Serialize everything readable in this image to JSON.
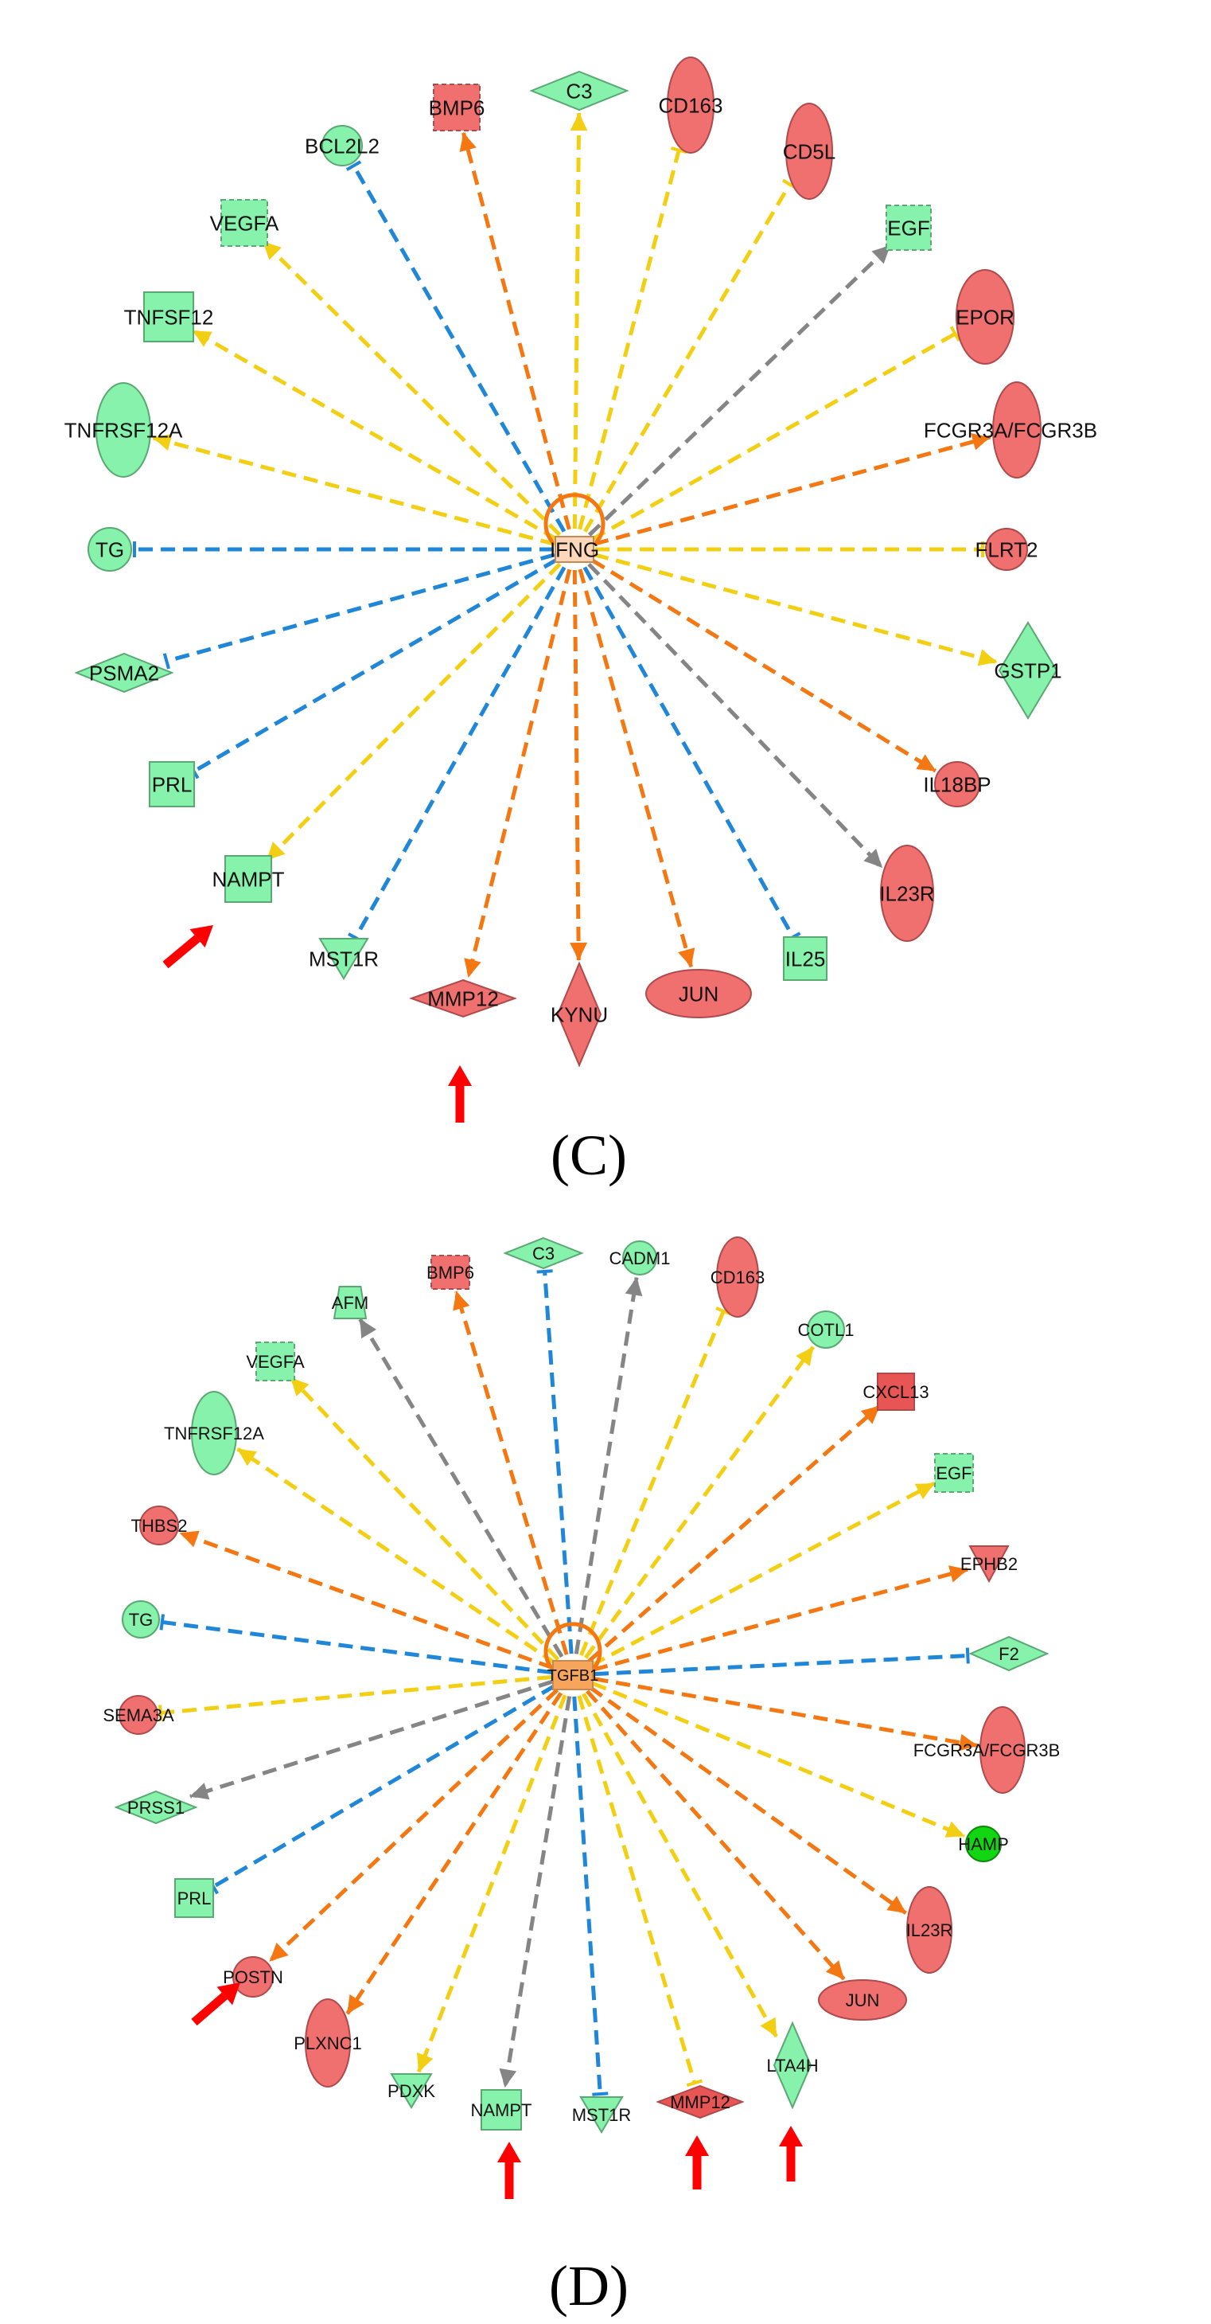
{
  "colors": {
    "green_node": "#86f2ac",
    "green_stroke": "#5aa872",
    "bright_green": "#11d611",
    "red_node": "#f07070",
    "red_strong": "#e85555",
    "red_stroke": "#b04a4a",
    "hub_c": "#ffd8bc",
    "hub_d": "#f8a55c",
    "edge_blue": "#1f86d8",
    "edge_yellow": "#f3cf14",
    "edge_orange": "#f47712",
    "edge_gray": "#858585",
    "highlight_arrow": "#ff0000"
  },
  "panels": [
    {
      "id": "C",
      "label": "(C)",
      "hub": "IFNG",
      "nodes": [
        {
          "label": "BMP6",
          "shape": "square",
          "fill": "red",
          "edge": "orange",
          "end": "arrow",
          "dashed_border": true
        },
        {
          "label": "C3",
          "shape": "diamond",
          "fill": "green",
          "edge": "yellow",
          "end": "arrow"
        },
        {
          "label": "CD163",
          "shape": "ellipse",
          "fill": "red",
          "edge": "yellow",
          "end": "bar"
        },
        {
          "label": "CD5L",
          "shape": "ellipse",
          "fill": "red",
          "edge": "yellow",
          "end": "bar"
        },
        {
          "label": "EGF",
          "shape": "square",
          "fill": "green",
          "edge": "gray",
          "end": "arrow",
          "dashed_border": true
        },
        {
          "label": "EPOR",
          "shape": "ellipse",
          "fill": "red",
          "edge": "yellow",
          "end": "bar"
        },
        {
          "label": "FCGR3A/FCGR3B",
          "shape": "ellipse",
          "fill": "red",
          "edge": "orange",
          "end": "arrow"
        },
        {
          "label": "FLRT2",
          "shape": "circle",
          "fill": "red",
          "edge": "yellow",
          "end": "bar"
        },
        {
          "label": "GSTP1",
          "shape": "diamond",
          "fill": "green",
          "edge": "yellow",
          "end": "arrow"
        },
        {
          "label": "IL18BP",
          "shape": "circle",
          "fill": "red",
          "edge": "orange",
          "end": "arrow"
        },
        {
          "label": "IL23R",
          "shape": "ellipse",
          "fill": "red",
          "edge": "gray",
          "end": "arrow"
        },
        {
          "label": "IL25",
          "shape": "square",
          "fill": "green",
          "edge": "blue",
          "end": "bar"
        },
        {
          "label": "JUN",
          "shape": "ellipse",
          "fill": "red",
          "edge": "orange",
          "end": "arrow"
        },
        {
          "label": "KYNU",
          "shape": "diamond",
          "fill": "red",
          "edge": "orange",
          "end": "arrow"
        },
        {
          "label": "MMP12",
          "shape": "diamond",
          "fill": "red",
          "edge": "orange",
          "end": "arrow"
        },
        {
          "label": "MST1R",
          "shape": "triangle",
          "fill": "green",
          "edge": "blue",
          "end": "bar"
        },
        {
          "label": "NAMPT",
          "shape": "square",
          "fill": "green",
          "edge": "yellow",
          "end": "arrow"
        },
        {
          "label": "PRL",
          "shape": "square",
          "fill": "green",
          "edge": "blue",
          "end": "bar"
        },
        {
          "label": "PSMA2",
          "shape": "diamond",
          "fill": "green",
          "edge": "blue",
          "end": "bar"
        },
        {
          "label": "TG",
          "shape": "circle",
          "fill": "green",
          "edge": "blue",
          "end": "bar"
        },
        {
          "label": "TNFRSF12A",
          "shape": "ellipse",
          "fill": "green",
          "edge": "yellow",
          "end": "arrow"
        },
        {
          "label": "TNFSF12",
          "shape": "square",
          "fill": "green",
          "edge": "yellow",
          "end": "arrow"
        },
        {
          "label": "VEGFA",
          "shape": "square",
          "fill": "green",
          "edge": "yellow",
          "end": "arrow",
          "dashed_border": true
        },
        {
          "label": "BCL2L2",
          "shape": "circle",
          "fill": "green",
          "edge": "blue",
          "end": "bar"
        }
      ]
    },
    {
      "id": "D",
      "label": "(D)",
      "hub": "TGFB1",
      "nodes": [
        {
          "label": "BMP6",
          "shape": "square",
          "fill": "red",
          "edge": "orange",
          "end": "arrow",
          "dashed_border": true
        },
        {
          "label": "C3",
          "shape": "diamond",
          "fill": "green",
          "edge": "blue",
          "end": "bar"
        },
        {
          "label": "CADM1",
          "shape": "circle",
          "fill": "green",
          "edge": "gray",
          "end": "arrow"
        },
        {
          "label": "CD163",
          "shape": "ellipse",
          "fill": "red",
          "edge": "yellow",
          "end": "bar"
        },
        {
          "label": "COTL1",
          "shape": "circle",
          "fill": "green",
          "edge": "yellow",
          "end": "arrow"
        },
        {
          "label": "CXCL13",
          "shape": "square",
          "fill": "red_strong",
          "edge": "orange",
          "end": "arrow"
        },
        {
          "label": "EGF",
          "shape": "square",
          "fill": "green",
          "edge": "yellow",
          "end": "arrow",
          "dashed_border": true
        },
        {
          "label": "EPHB2",
          "shape": "triangle",
          "fill": "red",
          "edge": "orange",
          "end": "arrow"
        },
        {
          "label": "F2",
          "shape": "diamond",
          "fill": "green",
          "edge": "blue",
          "end": "bar"
        },
        {
          "label": "FCGR3A/FCGR3B",
          "shape": "ellipse",
          "fill": "red",
          "edge": "orange",
          "end": "arrow"
        },
        {
          "label": "HAMP",
          "shape": "circle",
          "fill": "bright_green",
          "edge": "yellow",
          "end": "arrow"
        },
        {
          "label": "IL23R",
          "shape": "ellipse",
          "fill": "red",
          "edge": "orange",
          "end": "arrow"
        },
        {
          "label": "JUN",
          "shape": "ellipse",
          "fill": "red",
          "edge": "orange",
          "end": "arrow"
        },
        {
          "label": "LTA4H",
          "shape": "diamond",
          "fill": "green",
          "edge": "yellow",
          "end": "arrow"
        },
        {
          "label": "MMP12",
          "shape": "diamond",
          "fill": "red_strong",
          "edge": "yellow",
          "end": "bar"
        },
        {
          "label": "MST1R",
          "shape": "triangle",
          "fill": "green",
          "edge": "blue",
          "end": "bar"
        },
        {
          "label": "NAMPT",
          "shape": "square",
          "fill": "green",
          "edge": "gray",
          "end": "arrow"
        },
        {
          "label": "PDXK",
          "shape": "triangle",
          "fill": "green",
          "edge": "yellow",
          "end": "arrow"
        },
        {
          "label": "PLXNC1",
          "shape": "ellipse",
          "fill": "red",
          "edge": "orange",
          "end": "arrow"
        },
        {
          "label": "POSTN",
          "shape": "circle",
          "fill": "red",
          "edge": "orange",
          "end": "arrow"
        },
        {
          "label": "PRL",
          "shape": "square",
          "fill": "green",
          "edge": "blue",
          "end": "bar"
        },
        {
          "label": "PRSS1",
          "shape": "diamond",
          "fill": "green",
          "edge": "gray",
          "end": "arrow"
        },
        {
          "label": "SEMA3A",
          "shape": "circle",
          "fill": "red",
          "edge": "yellow",
          "end": "bar"
        },
        {
          "label": "TG",
          "shape": "circle",
          "fill": "green",
          "edge": "blue",
          "end": "bar"
        },
        {
          "label": "THBS2",
          "shape": "circle",
          "fill": "red",
          "edge": "orange",
          "end": "arrow"
        },
        {
          "label": "TNFRSF12A",
          "shape": "ellipse",
          "fill": "green",
          "edge": "yellow",
          "end": "arrow"
        },
        {
          "label": "VEGFA",
          "shape": "square",
          "fill": "green",
          "edge": "yellow",
          "end": "arrow",
          "dashed_border": true
        },
        {
          "label": "AFM",
          "shape": "pentagon",
          "fill": "green",
          "edge": "gray",
          "end": "arrow"
        }
      ]
    }
  ]
}
